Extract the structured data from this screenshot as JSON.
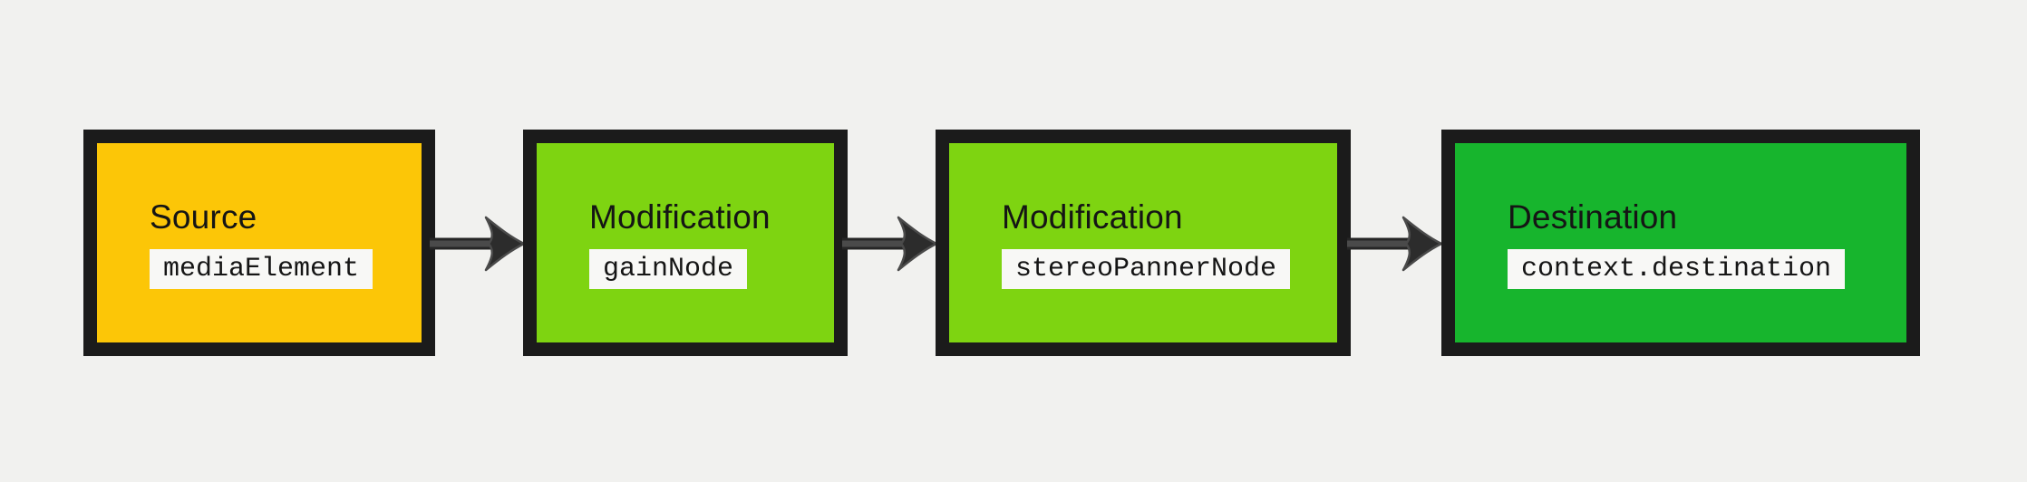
{
  "theme": {
    "bg": "#f1f1ef",
    "node-border": "#1b1b1b",
    "title-color": "#151515",
    "chip-bg": "#f8f8f6",
    "chip-text": "#151515",
    "arrow-fill": "#2c2c2c",
    "arrow-outline": "#4a4a4a",
    "shaft-fill": "#4a4a4a",
    "shaft-outline": "#262626"
  },
  "diagram": {
    "type": "flowchart",
    "direction": "left-to-right",
    "nodes": [
      {
        "title": "Source",
        "code": "mediaElement",
        "fill": "#fcc607",
        "role": "source"
      },
      {
        "title": "Modification",
        "code": "gainNode",
        "fill": "#7ed411",
        "role": "modification"
      },
      {
        "title": "Modification",
        "code": "stereoPannerNode",
        "fill": "#7ed411",
        "role": "modification"
      },
      {
        "title": "Destination",
        "code": "context.destination",
        "fill": "#17b52d",
        "role": "destination"
      }
    ],
    "edges": [
      {
        "from": "mediaElement",
        "to": "gainNode"
      },
      {
        "from": "gainNode",
        "to": "stereoPannerNode"
      },
      {
        "from": "stereoPannerNode",
        "to": "context.destination"
      }
    ]
  }
}
